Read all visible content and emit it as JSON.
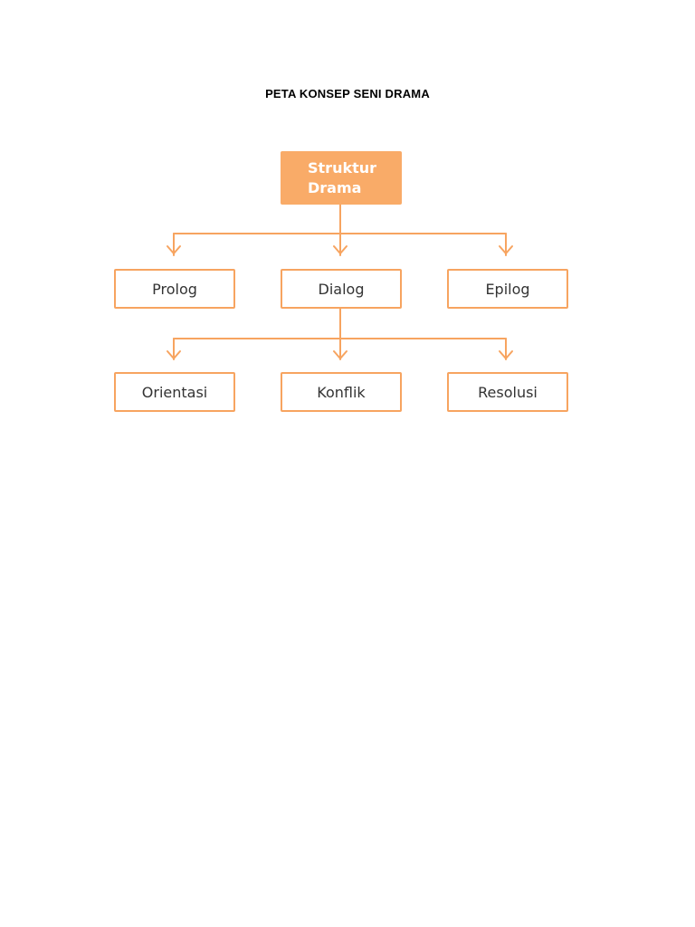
{
  "page": {
    "title": "PETA KONSEP SENI DRAMA"
  },
  "colors": {
    "accent": "#f9ab68",
    "line": "#f7a460",
    "text": "#333333"
  },
  "diagram": {
    "root": {
      "label": "Struktur\nDrama"
    },
    "level1": [
      {
        "label": "Prolog"
      },
      {
        "label": "Dialog"
      },
      {
        "label": "Epilog"
      }
    ],
    "level2": [
      {
        "label": "Orientasi"
      },
      {
        "label": "Konflik"
      },
      {
        "label": "Resolusi"
      }
    ]
  }
}
